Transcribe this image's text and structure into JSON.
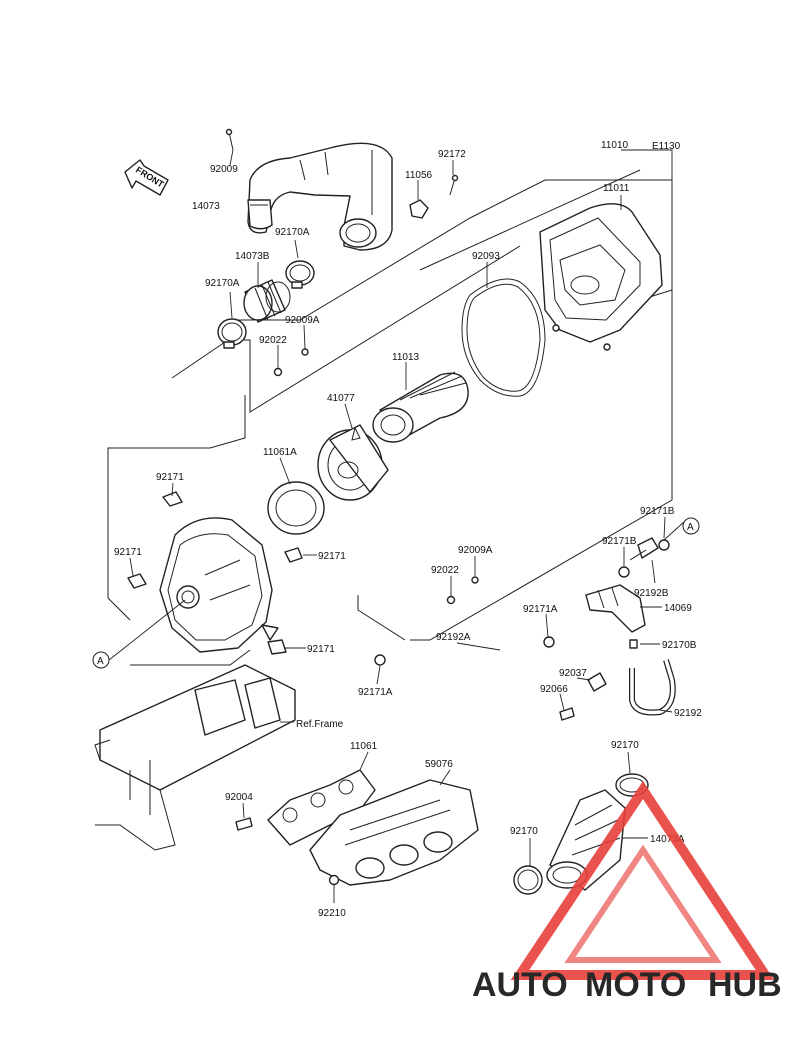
{
  "diagram": {
    "code": "E1130",
    "front_label": "FRONT",
    "ref_frame_label": "Ref.Frame",
    "callout_marker": "A"
  },
  "parts": {
    "p92009": "92009",
    "p14073": "14073",
    "p92172": "92172",
    "p11056": "11056",
    "p11010": "11010",
    "p11011": "11011",
    "p92170A_top": "92170A",
    "p14073B": "14073B",
    "p92170A_left": "92170A",
    "p92009A_top": "92009A",
    "p92022_top": "92022",
    "p92093": "92093",
    "p11013": "11013",
    "p41077": "41077",
    "p11061A": "11061A",
    "p92171_a": "92171",
    "p92171_b": "92171",
    "p92171_c": "92171",
    "p92171_d": "92171",
    "p92171B_right": "92171B",
    "p92171B_left": "92171B",
    "p92192B": "92192B",
    "p14069": "14069",
    "p92009A_mid": "92009A",
    "p92022_mid": "92022",
    "p92171A_a": "92171A",
    "p92192A": "92192A",
    "p92170B": "92170B",
    "p92037": "92037",
    "p92066": "92066",
    "p92192": "92192",
    "p92171A_b": "92171A",
    "p11061": "11061",
    "p59076": "59076",
    "p92004": "92004",
    "p92210": "92210",
    "p92170_top": "92170",
    "p92170_left": "92170",
    "p14073A": "14073A"
  },
  "watermark": {
    "part1": "AUTO",
    "part2": "MOTO",
    "part3": "HUB",
    "color_orange": "#f5b038",
    "color_red": "#e8403a",
    "color_gray": "#6b6b6b"
  }
}
